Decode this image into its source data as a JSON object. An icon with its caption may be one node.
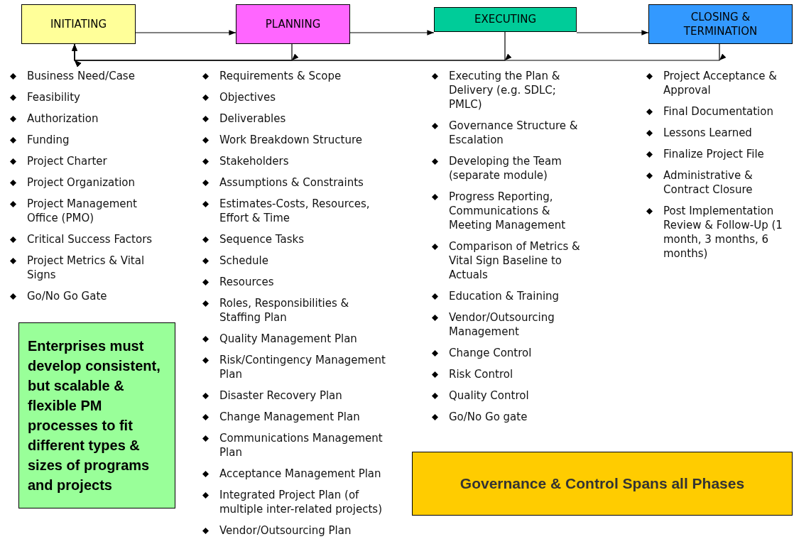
{
  "diagram": {
    "nodes": [
      {
        "text": [
          "INITIATING"
        ]
      },
      {
        "text": [
          "PLANNING"
        ]
      },
      {
        "text": [
          "EXECUTING"
        ]
      },
      {
        "text": [
          "CLOSING & TERMINATION"
        ]
      },
      {
        "text": [
          "Enterprises must develop consistent, but scalable & flexible PM processes to fit different types & sizes of programs and projects"
        ]
      },
      {
        "text": [
          "Governance & Control Spans all Phases"
        ]
      }
    ],
    "edges": [
      {
        "from": 0,
        "to": 1,
        "arrow": "to"
      },
      {
        "from": 1,
        "to": 2,
        "arrow": "to"
      },
      {
        "from": 2,
        "to": 3,
        "arrow": "to"
      },
      {
        "from": 1,
        "to": 0,
        "arrow": "to"
      },
      {
        "from": 2,
        "to": 0,
        "arrow": "to"
      },
      {
        "from": 3,
        "to": 0,
        "arrow": "to"
      }
    ],
    "labels": [
      "Business Need/Case",
      "Feasibility",
      "Authorization",
      "Funding",
      "Project Charter",
      "Project Organization",
      "Project Management Office (PMO)",
      "Critical Success Factors",
      "Project Metrics & Vital Signs",
      "Go/No Go Gate",
      "Requirements & Scope",
      "Objectives",
      "Deliverables",
      "Work Breakdown Structure",
      "Stakeholders",
      "Assumptions & Constraints",
      "Estimates-Costs, Resources, Effort & Time",
      "Sequence Tasks",
      "Schedule",
      "Resources",
      "Roles, Responsibilities & Staffing Plan",
      "Quality Management Plan",
      "Risk/Contingency Management Plan",
      "Disaster Recovery Plan",
      "Change Management Plan",
      "Communications Management Plan",
      "Acceptance Management Plan",
      "Integrated Project Plan (of multiple inter-related projects)",
      "Vendor/Outsourcing Plan",
      "Executing the Plan & Delivery (e.g. SDLC; PMLC)",
      "Governance Structure & Escalation",
      "Developing the Team (separate module)",
      "Progress Reporting, Communications & Meeting Management",
      "Comparison of Metrics & Vital Sign Baseline to Actuals",
      "Education & Training",
      "Vendor/Outsourcing Management",
      "Change Control",
      "Risk Control",
      "Quality Control",
      "Go/No Go gate",
      "Project Acceptance & Approval",
      "Final Documentation",
      "Lessons Learned",
      "Finalize Project File",
      "Administrative & Contract Closure",
      "Post Implementation Review & Follow-Up (1 month, 3 months, 6 months)"
    ]
  }
}
